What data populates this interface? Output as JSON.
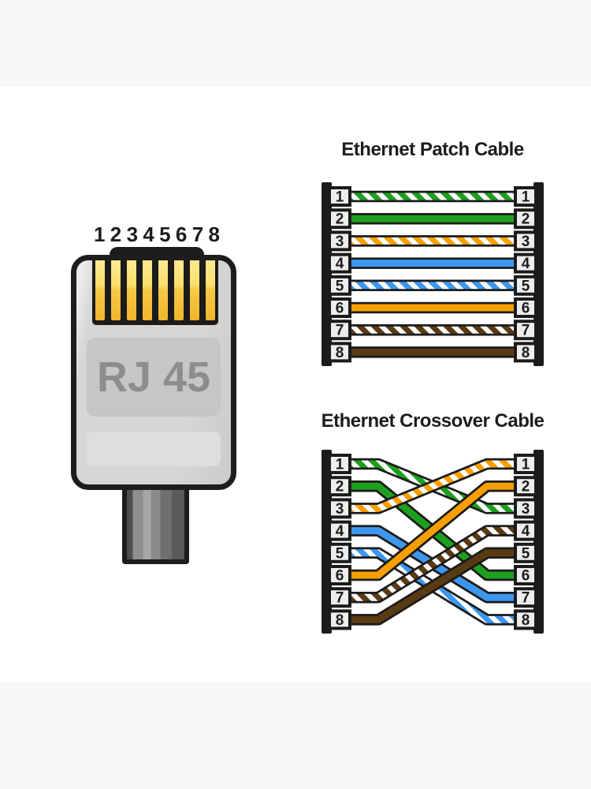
{
  "background": {
    "band_color": "#f7f7f7",
    "content_color": "#ffffff"
  },
  "rj45_connector": {
    "pin_numbers": [
      "1",
      "2",
      "3",
      "4",
      "5",
      "6",
      "7",
      "8"
    ],
    "label": "RJ 45"
  },
  "wire_colors": {
    "green": "#1f9f1f",
    "orange": "#f79f00",
    "blue": "#3d97ee",
    "brown": "#5a3a12",
    "outline": "#1b1b1b",
    "stripe_white": "#ffffff",
    "pin_box_fill": "#ededed",
    "pin_box_text": "#1b1b1b"
  },
  "patch_cable": {
    "title": "Ethernet Patch Cable",
    "left_pin_labels": [
      "1",
      "2",
      "3",
      "4",
      "5",
      "6",
      "7",
      "8"
    ],
    "right_pin_labels": [
      "1",
      "2",
      "3",
      "4",
      "5",
      "6",
      "7",
      "8"
    ],
    "wires": [
      {
        "from": 1,
        "to": 1,
        "color": "green",
        "striped": true
      },
      {
        "from": 2,
        "to": 2,
        "color": "green",
        "striped": false
      },
      {
        "from": 3,
        "to": 3,
        "color": "orange",
        "striped": true
      },
      {
        "from": 4,
        "to": 4,
        "color": "blue",
        "striped": false
      },
      {
        "from": 5,
        "to": 5,
        "color": "blue",
        "striped": true
      },
      {
        "from": 6,
        "to": 6,
        "color": "orange",
        "striped": false
      },
      {
        "from": 7,
        "to": 7,
        "color": "brown",
        "striped": true
      },
      {
        "from": 8,
        "to": 8,
        "color": "brown",
        "striped": false
      }
    ]
  },
  "crossover_cable": {
    "title": "Ethernet Crossover Cable",
    "left_pin_labels": [
      "1",
      "2",
      "3",
      "4",
      "5",
      "6",
      "7",
      "8"
    ],
    "right_pin_labels": [
      "1",
      "2",
      "3",
      "4",
      "5",
      "6",
      "7",
      "8"
    ],
    "wires": [
      {
        "from": 1,
        "to": 3,
        "color": "green",
        "striped": true
      },
      {
        "from": 4,
        "to": 7,
        "color": "blue",
        "striped": false
      },
      {
        "from": 5,
        "to": 8,
        "color": "blue",
        "striped": true
      },
      {
        "from": 2,
        "to": 6,
        "color": "green",
        "striped": false
      },
      {
        "from": 3,
        "to": 1,
        "color": "orange",
        "striped": true
      },
      {
        "from": 6,
        "to": 2,
        "color": "orange",
        "striped": false
      },
      {
        "from": 7,
        "to": 4,
        "color": "brown",
        "striped": true
      },
      {
        "from": 8,
        "to": 5,
        "color": "brown",
        "striped": false
      }
    ]
  }
}
